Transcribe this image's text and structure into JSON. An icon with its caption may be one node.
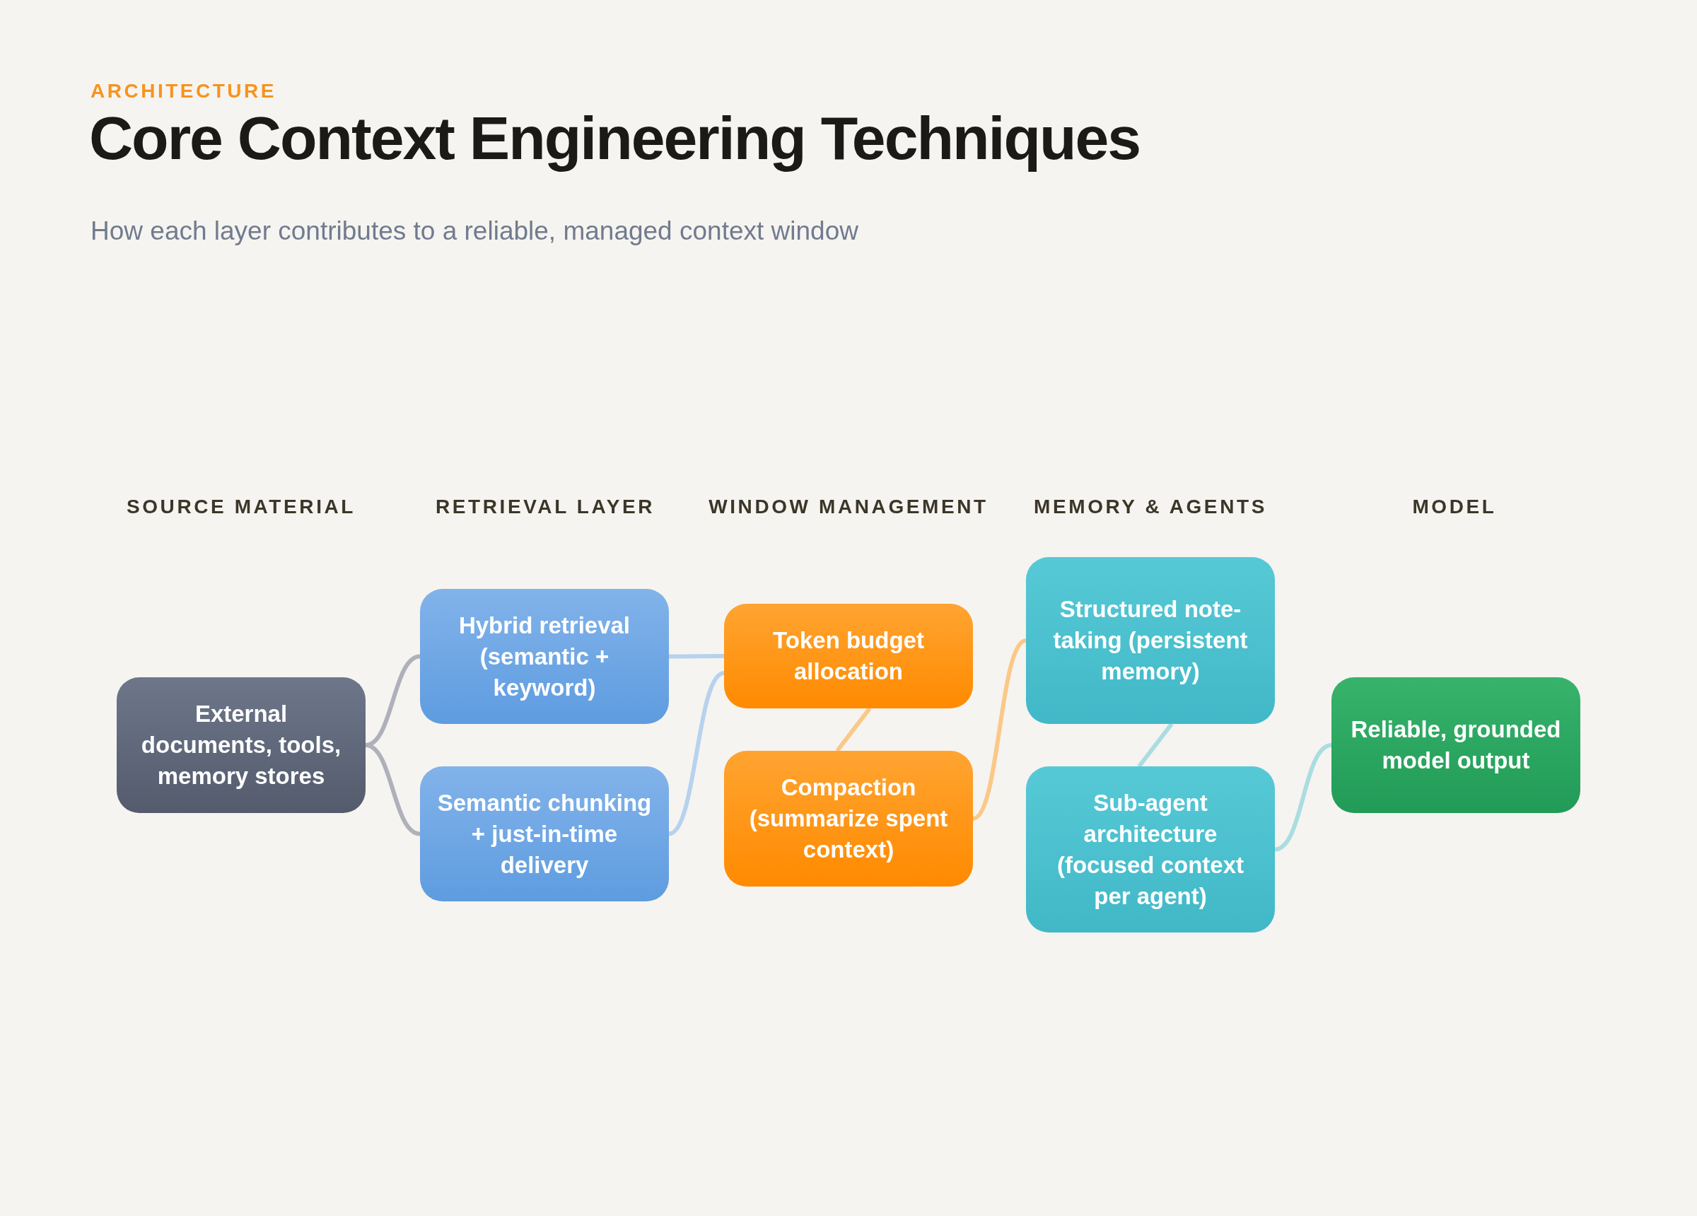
{
  "diagram": {
    "title": "Core Context Engineering Techniques",
    "nodes": [
      {
        "text": [
          "External documents, tools, memory stores"
        ]
      },
      {
        "text": [
          "Hybrid retrieval (semantic + keyword)"
        ]
      },
      {
        "text": [
          "Semantic chunking + just-in-time delivery"
        ]
      },
      {
        "text": [
          "Token budget allocation"
        ]
      },
      {
        "text": [
          "Compaction (summarize spent context)"
        ]
      },
      {
        "text": [
          "Structured note-taking (persistent memory)"
        ]
      },
      {
        "text": [
          "Sub-agent architecture (focused context per agent)"
        ]
      },
      {
        "text": [
          "Reliable, grounded model output"
        ]
      }
    ],
    "edges": [
      {
        "from": 0,
        "to": 1,
        "arrow": "none",
        "color": "#aeb1ba"
      },
      {
        "from": 0,
        "to": 2,
        "arrow": "none",
        "color": "#aeb1ba"
      },
      {
        "from": 1,
        "to": 3,
        "arrow": "none",
        "color": "#b7d2ee"
      },
      {
        "from": 2,
        "to": 3,
        "arrow": "none",
        "color": "#b7d2ee"
      },
      {
        "from": 3,
        "to": 4,
        "arrow": "none",
        "color": "#fbc888"
      },
      {
        "from": 4,
        "to": 5,
        "arrow": "none",
        "color": "#fbc888"
      },
      {
        "from": 5,
        "to": 6,
        "arrow": "none",
        "color": "#a9dde1"
      },
      {
        "from": 6,
        "to": 7,
        "arrow": "none",
        "color": "#a9dde1"
      }
    ],
    "labels": [
      "ARCHITECTURE",
      "How each layer contributes to a reliable, managed context window",
      "SOURCE MATERIAL",
      "RETRIEVAL LAYER",
      "WINDOW MANAGEMENT",
      "MEMORY & AGENTS",
      "MODEL"
    ]
  }
}
